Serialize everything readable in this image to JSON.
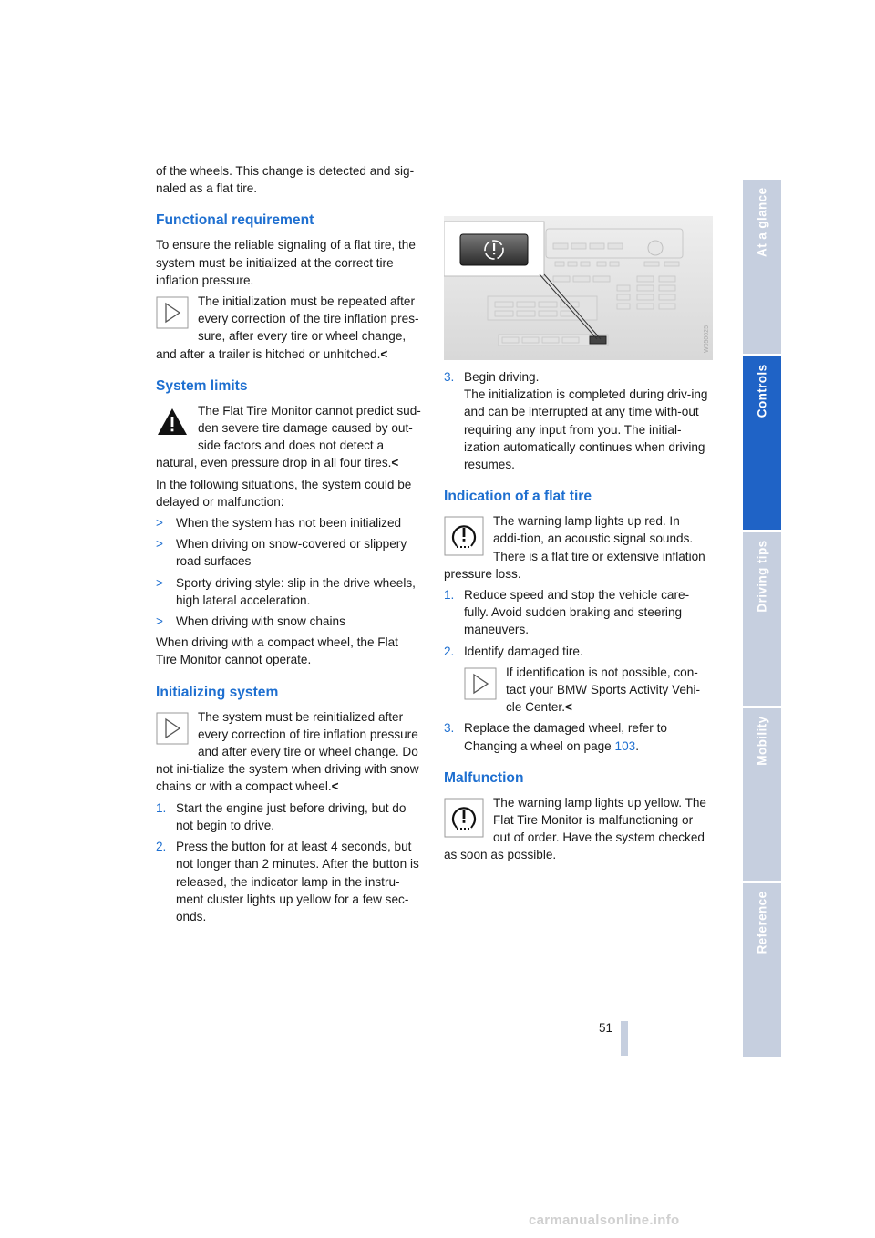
{
  "left": {
    "intro": "of the wheels. This change is detected and sig-naled as a flat tire.",
    "functional": {
      "heading": "Functional requirement",
      "text": "To ensure the reliable signaling of a flat tire, the system must be initialized at the correct tire inflation pressure.",
      "note": "The initialization must be repeated after every correction of the tire inflation pres-sure, after every tire or wheel change, and after a trailer is hitched or unhitched.",
      "note_end": "<"
    },
    "limits": {
      "heading": "System limits",
      "warning": "The Flat Tire Monitor cannot predict sud-den severe tire damage caused by out-side factors and does not detect a natural, even pressure drop in all four tires.",
      "warning_end": "<",
      "text": "In the following situations, the system could be delayed or malfunction:",
      "bullets": [
        "When the system has not been initialized",
        "When driving on snow-covered or slippery road surfaces",
        "Sporty driving style: slip in the drive wheels, high lateral acceleration.",
        "When driving with snow chains"
      ],
      "bullet_marker": ">",
      "after": "When driving with a compact wheel, the Flat Tire Monitor cannot operate."
    },
    "init": {
      "heading": "Initializing system",
      "note": "The system must be reinitialized after every correction of tire inflation pressure and after every tire or wheel change. Do not ini-tialize the system when driving with snow chains or with a compact wheel.",
      "note_end": "<",
      "steps": [
        {
          "num": "1.",
          "text": "Start the engine just before driving, but do not begin to drive."
        },
        {
          "num": "2.",
          "text": "Press the button for at least 4 seconds, but not longer than 2 minutes. After the button is released, the indicator lamp in the instru-ment cluster lights up yellow for a few sec-onds."
        }
      ]
    }
  },
  "right": {
    "step3": {
      "num": "3.",
      "text1": "Begin driving.",
      "text2": "The initialization is completed during driv-ing and can be interrupted at any time with-out requiring any input from you. The initial-ization automatically continues when driving resumes."
    },
    "indication": {
      "heading": "Indication of a flat tire",
      "lamp_text": "The warning lamp lights up red. In addi-tion, an acoustic signal sounds. There is a flat tire or extensive inflation pressure loss.",
      "steps": [
        {
          "num": "1.",
          "text": "Reduce speed and stop the vehicle care-fully. Avoid sudden braking and steering maneuvers."
        },
        {
          "num": "2.",
          "text": "Identify damaged tire."
        },
        {
          "num": "3.",
          "text": "Replace the damaged wheel, refer to Changing a wheel on page ",
          "link": "103",
          "tail": "."
        }
      ],
      "sub_note": "If identification is not possible, con-tact your BMW Sports Activity Vehi-cle Center.",
      "sub_note_end": "<"
    },
    "malfunction": {
      "heading": "Malfunction",
      "text": "The warning lamp lights up yellow. The Flat Tire Monitor is malfunctioning or out of order. Have the system checked as soon as possible."
    },
    "figure": {
      "code": "W050025"
    }
  },
  "sidebar": {
    "tabs": [
      "At a glance",
      "Controls",
      "Driving tips",
      "Mobility",
      "Reference"
    ],
    "active": "Controls"
  },
  "page_number": "51",
  "watermark": "carmanualsonline.info",
  "colors": {
    "accent": "#1e6fd0",
    "tab": "#c6cfdf",
    "tab_active": "#1f63c6"
  }
}
